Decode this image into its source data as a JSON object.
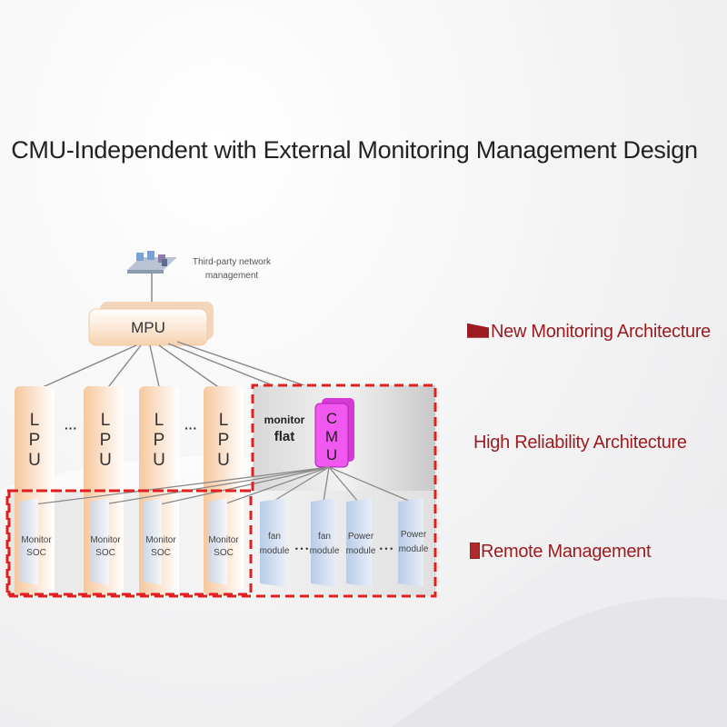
{
  "title": "CMU-Independent with External Monitoring Management Design",
  "features": [
    {
      "label": "New Monitoring Architecture",
      "icon": "red-flag-marker"
    },
    {
      "label": "High Reliability Architecture",
      "icon": ""
    },
    {
      "label": "Remote Management",
      "icon": "red-box-marker"
    }
  ],
  "diagram": {
    "nms_label_line1": "Third-party network",
    "nms_label_line2": "management",
    "mpu": "MPU",
    "lpu_letters": [
      "L",
      "P",
      "U"
    ],
    "ellipsis": "···",
    "monitor_flat_line1": "monitor",
    "monitor_flat_line2": "flat",
    "cmu_letters": [
      "C",
      "M",
      "U"
    ],
    "monitor_soc_line1": "Monitor",
    "monitor_soc_line2": "SOC",
    "fan_line1": "fan",
    "fan_line2": "module",
    "power_line1": "Power",
    "power_line2": "module",
    "dots": "• • •"
  },
  "colors": {
    "accent_red": "#9b1b1f",
    "dash_red": "#e02020",
    "cmu_magenta": "#ee44ee",
    "lpu_orange": "#f5c9a0",
    "module_blue": "#c7d6ee"
  }
}
